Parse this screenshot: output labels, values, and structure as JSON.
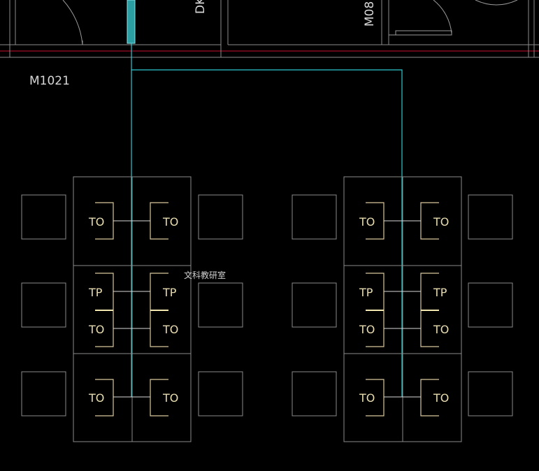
{
  "labels": {
    "door_tag": "M1021",
    "room_name": "文科教研室",
    "rot_tag_1": "DK",
    "rot_tag_2": "M08"
  },
  "outlets": {
    "data": "TO",
    "phone": "TP"
  },
  "colors": {
    "background": "#000000",
    "cable": "#2fc9cf",
    "wall_line": "#c8102e",
    "outlet": "#d9c89a"
  }
}
